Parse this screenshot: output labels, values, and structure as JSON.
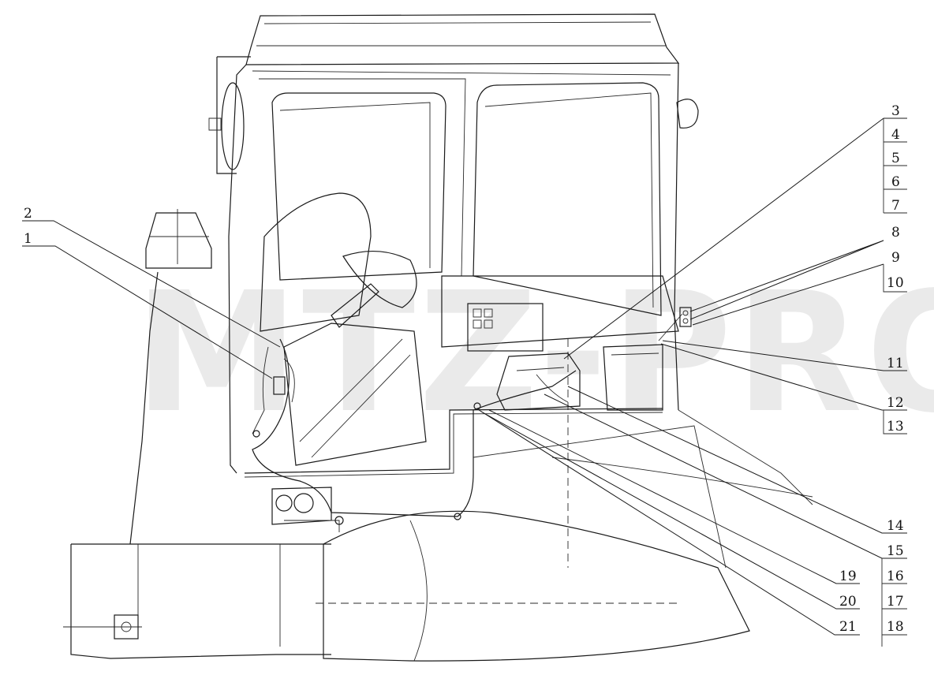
{
  "watermark": "MTZ-PRO",
  "callouts": [
    "1",
    "2",
    "3",
    "4",
    "5",
    "6",
    "7",
    "8",
    "9",
    "10",
    "11",
    "12",
    "13",
    "14",
    "15",
    "16",
    "17",
    "18",
    "19",
    "20",
    "21"
  ]
}
